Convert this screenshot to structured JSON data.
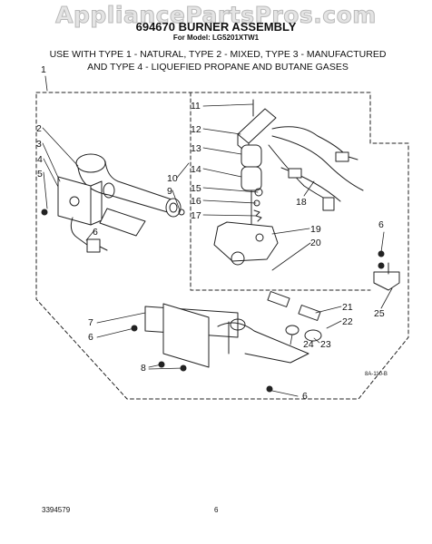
{
  "watermark": "AppliancePartsPros.com",
  "header": {
    "title": "694670 BURNER ASSEMBLY",
    "subtitle": "For Model: LG5201XTW1",
    "usage_line1": "USE WITH TYPE 1 - NATURAL, TYPE 2 - MIXED, TYPE 3 - MANUFACTURED",
    "usage_line2": "AND TYPE 4 - LIQUEFIED PROPANE AND BUTANE GASES"
  },
  "callouts": [
    {
      "id": "1",
      "label": "1"
    },
    {
      "id": "2",
      "label": "2"
    },
    {
      "id": "3",
      "label": "3"
    },
    {
      "id": "4",
      "label": "4"
    },
    {
      "id": "5",
      "label": "5"
    },
    {
      "id": "6a",
      "label": "6"
    },
    {
      "id": "6b",
      "label": "6"
    },
    {
      "id": "6c",
      "label": "6"
    },
    {
      "id": "6d",
      "label": "6"
    },
    {
      "id": "7",
      "label": "7"
    },
    {
      "id": "8",
      "label": "8"
    },
    {
      "id": "9",
      "label": "9"
    },
    {
      "id": "10",
      "label": "10"
    },
    {
      "id": "11",
      "label": "11"
    },
    {
      "id": "12",
      "label": "12"
    },
    {
      "id": "13",
      "label": "13"
    },
    {
      "id": "14",
      "label": "14"
    },
    {
      "id": "15",
      "label": "15"
    },
    {
      "id": "16",
      "label": "16"
    },
    {
      "id": "17",
      "label": "17"
    },
    {
      "id": "18",
      "label": "18"
    },
    {
      "id": "19",
      "label": "19"
    },
    {
      "id": "20",
      "label": "20"
    },
    {
      "id": "21",
      "label": "21"
    },
    {
      "id": "22",
      "label": "22"
    },
    {
      "id": "23",
      "label": "23"
    },
    {
      "id": "24",
      "label": "24"
    },
    {
      "id": "25",
      "label": "25"
    }
  ],
  "drawing_code": "8A-110-B",
  "footer": {
    "doc_number": "3394579",
    "page_number": "6"
  }
}
